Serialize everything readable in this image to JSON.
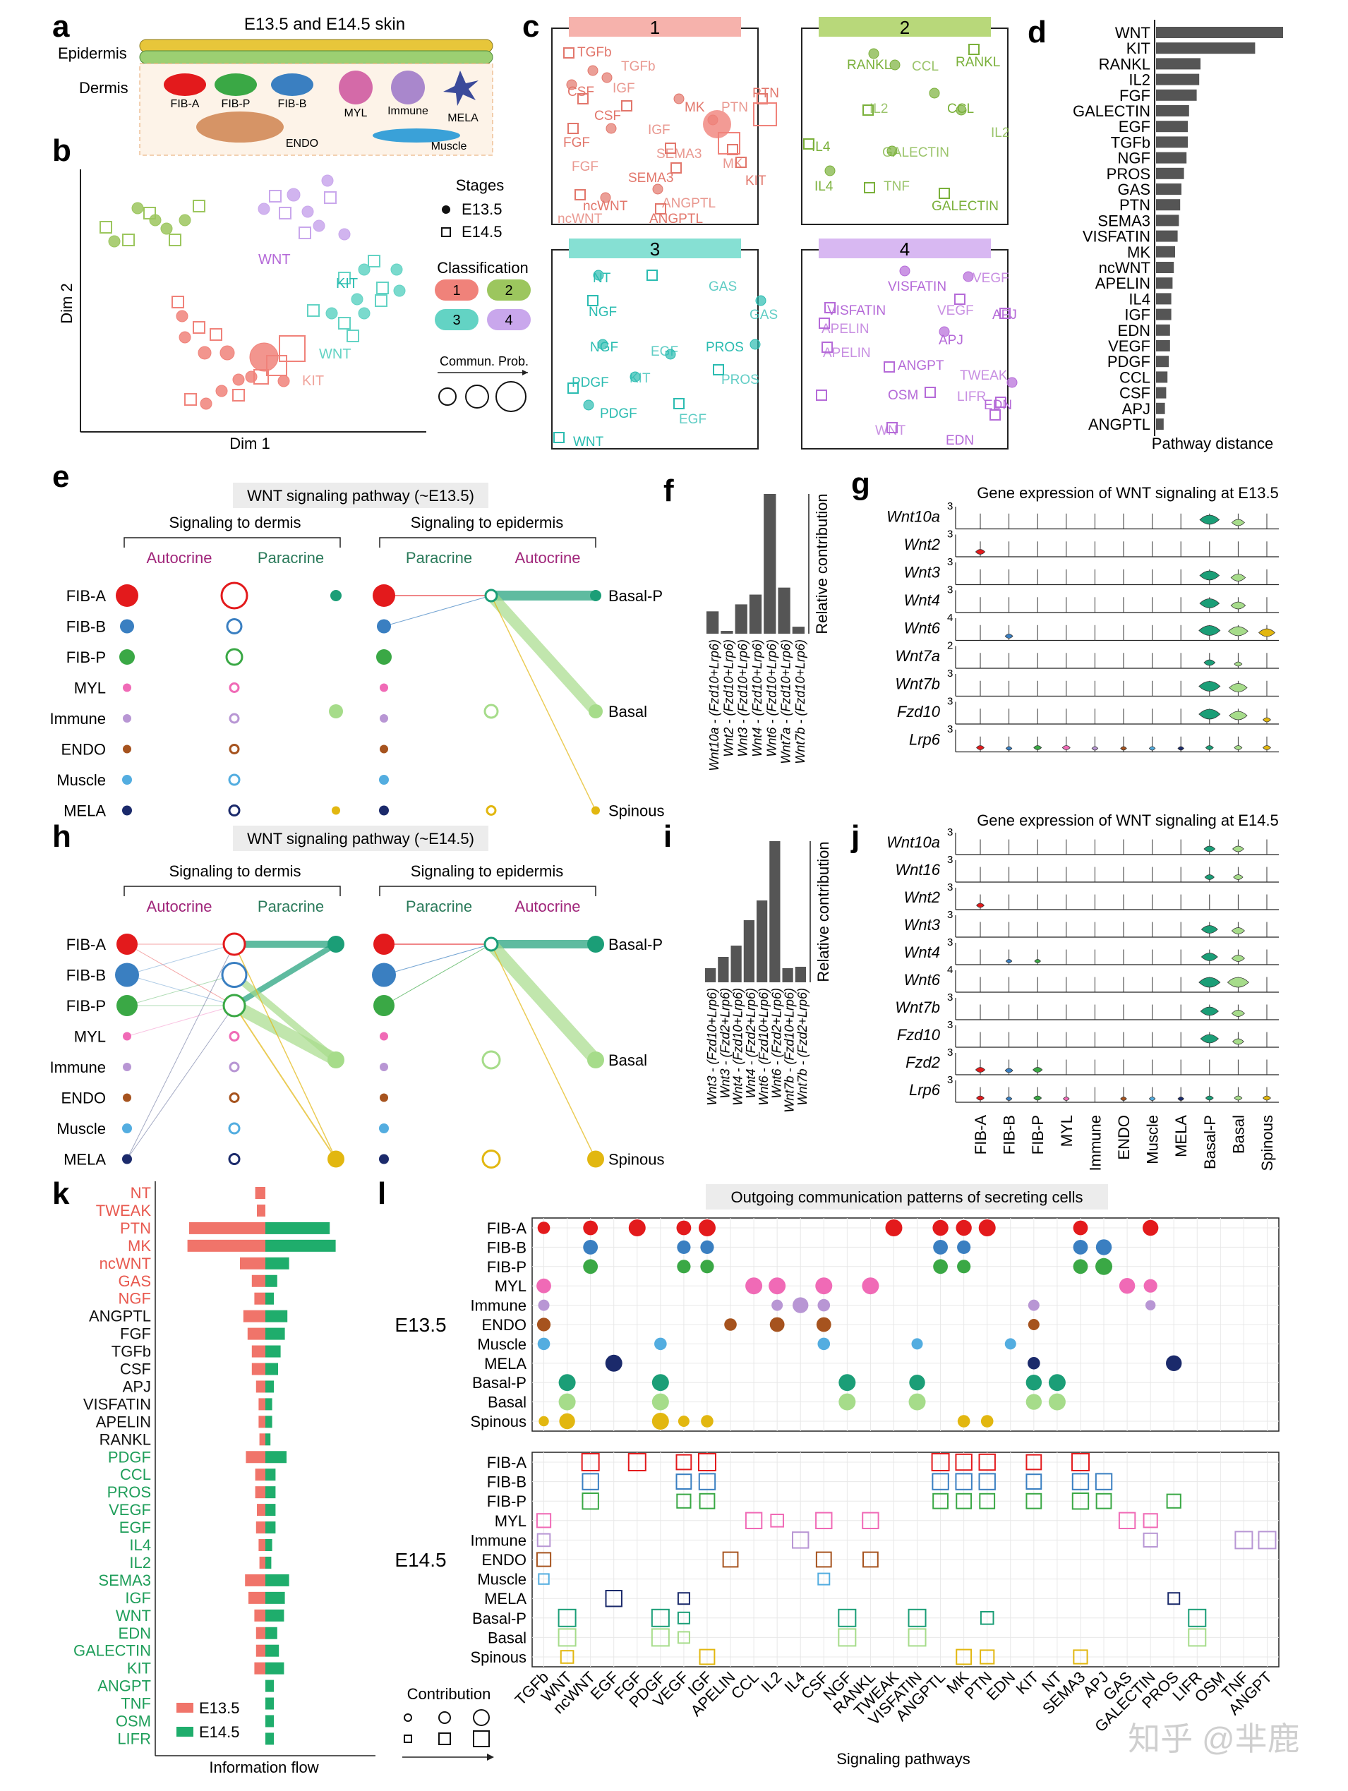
{
  "panel_letters": [
    "a",
    "b",
    "c",
    "d",
    "e",
    "f",
    "g",
    "h",
    "i",
    "j",
    "k",
    "l"
  ],
  "a": {
    "title": "E13.5 and E14.5 skin",
    "epidermis": "Epidermis",
    "dermis": "Dermis",
    "cells": [
      "FIB-A",
      "FIB-P",
      "FIB-B",
      "MYL",
      "Immune",
      "MELA",
      "ENDO",
      "Muscle"
    ]
  },
  "b": {
    "xlabel": "Dim 1",
    "ylabel": "Dim 2",
    "stages_title": "Stages",
    "stage_labels": [
      "E13.5",
      "E14.5"
    ],
    "class_title": "Classification",
    "class_labels": [
      "1",
      "2",
      "3",
      "4"
    ],
    "class_colors": [
      "#f0827a",
      "#9cc65e",
      "#63d3c4",
      "#c9a7ec"
    ],
    "prob_title": "Commun. Prob.",
    "point_labels": [
      "WNT",
      "KIT",
      "WNT",
      "KIT"
    ]
  },
  "c": {
    "boxes": [
      {
        "title": "1",
        "color": "#f6b2ac",
        "fg": "#e2766b",
        "labels": [
          "TGFb",
          "TGFb",
          "CSF",
          "IGF",
          "CSF",
          "IGF",
          "FGF",
          "FGF",
          "MK",
          "PTN",
          "PTN",
          "MK",
          "KIT",
          "SEMA3",
          "SEMA3",
          "ncWNT",
          "ncWNT",
          "ANGPTL",
          "ANGPTL"
        ]
      },
      {
        "title": "2",
        "color": "#b8d87a",
        "fg": "#7ab03a",
        "labels": [
          "RANKL",
          "CCL",
          "RANKL",
          "IL2",
          "CCL",
          "IL2",
          "IL4",
          "GALECTIN",
          "IL4",
          "TNF",
          "GALECTIN"
        ]
      },
      {
        "title": "3",
        "color": "#86e0d3",
        "fg": "#2bbcb1",
        "labels": [
          "NT",
          "GAS",
          "NGF",
          "GAS",
          "NGF",
          "EGF",
          "PROS",
          "KIT",
          "PDGF",
          "PROS",
          "PDGF",
          "EGF",
          "WNT"
        ]
      },
      {
        "title": "4",
        "color": "#d8b8f2",
        "fg": "#b56ad8",
        "labels": [
          "VISFATIN",
          "VEGF",
          "VISFATIN",
          "VEGF",
          "APJ",
          "APELIN",
          "APJ",
          "APELIN",
          "ANGPT",
          "TWEAK",
          "OSM",
          "LIFR",
          "EDN",
          "WNT",
          "EDN"
        ]
      }
    ]
  },
  "d": {
    "xlabel": "Pathway distance",
    "chart_data": {
      "type": "bar",
      "categories": [
        "WNT",
        "KIT",
        "RANKL",
        "IL2",
        "FGF",
        "GALECTIN",
        "EGF",
        "TGFb",
        "NGF",
        "PROS",
        "GAS",
        "PTN",
        "SEMA3",
        "VISFATIN",
        "MK",
        "ncWNT",
        "APELIN",
        "IL4",
        "IGF",
        "EDN",
        "VEGF",
        "PDGF",
        "CCL",
        "CSF",
        "APJ",
        "ANGPTL"
      ],
      "values": [
        1.0,
        0.78,
        0.35,
        0.34,
        0.32,
        0.26,
        0.25,
        0.25,
        0.24,
        0.22,
        0.2,
        0.19,
        0.18,
        0.17,
        0.15,
        0.14,
        0.13,
        0.12,
        0.12,
        0.11,
        0.11,
        0.1,
        0.09,
        0.08,
        0.07,
        0.06
      ],
      "xlabel": "Pathway distance",
      "xlim": [
        0,
        1
      ]
    }
  },
  "e": {
    "title": "WNT signaling pathway (~E13.5)",
    "to_dermis": "Signaling to dermis",
    "to_epidermis": "Signaling to epidermis",
    "autocrine": "Autocrine",
    "paracrine": "Paracrine",
    "senders": [
      "FIB-A",
      "FIB-B",
      "FIB-P",
      "MYL",
      "Immune",
      "ENDO",
      "Muscle",
      "MELA"
    ],
    "targets": [
      "Basal-P",
      "Basal",
      "Spinous"
    ]
  },
  "h": {
    "title": "WNT signaling pathway (~E14.5)",
    "to_dermis": "Signaling to dermis",
    "to_epidermis": "Signaling to epidermis",
    "autocrine": "Autocrine",
    "paracrine": "Paracrine",
    "senders": [
      "FIB-A",
      "FIB-B",
      "FIB-P",
      "MYL",
      "Immune",
      "ENDO",
      "Muscle",
      "MELA"
    ],
    "targets": [
      "Basal-P",
      "Basal",
      "Spinous"
    ]
  },
  "f": {
    "ylabel": "Relative contribution",
    "chart_data": {
      "type": "bar",
      "categories": [
        "Wnt10a - (Fzd10+Lrp6)",
        "Wnt2 - (Fzd10+Lrp6)",
        "Wnt3 - (Fzd10+Lrp6)",
        "Wnt4 - (Fzd10+Lrp6)",
        "Wnt6 - (Fzd10+Lrp6)",
        "Wnt7a - (Fzd10+Lrp6)",
        "Wnt7b - (Fzd10+Lrp6)"
      ],
      "values": [
        0.16,
        0.02,
        0.21,
        0.28,
        1.0,
        0.33,
        0.05
      ],
      "ylabel": "Relative contribution"
    }
  },
  "i": {
    "ylabel": "Relative contribution",
    "chart_data": {
      "type": "bar",
      "categories": [
        "Wnt3 - (Fzd10+Lrp6)",
        "Wnt3 - (Fzd2+Lrp6)",
        "Wnt4 - (Fzd10+Lrp6)",
        "Wnt4 - (Fzd2+Lrp6)",
        "Wnt6 - (Fzd10+Lrp6)",
        "Wnt6 - (Fzd2+Lrp6)",
        "Wnt7b - (Fzd10+Lrp6)",
        "Wnt7b - (Fzd2+Lrp6)"
      ],
      "values": [
        0.1,
        0.18,
        0.26,
        0.44,
        0.58,
        1.0,
        0.1,
        0.11
      ],
      "ylabel": "Relative contribution"
    }
  },
  "g": {
    "title": "Gene expression of WNT signaling at E13.5",
    "chart_data": {
      "type": "violin",
      "genes": [
        "Wnt10a",
        "Wnt2",
        "Wnt3",
        "Wnt4",
        "Wnt6",
        "Wnt7a",
        "Wnt7b",
        "Fzd10",
        "Lrp6"
      ],
      "ymax": [
        3,
        3,
        3,
        3,
        4,
        2,
        3,
        3,
        3
      ],
      "cell_types": [
        "FIB-A",
        "FIB-B",
        "FIB-P",
        "MYL",
        "Immune",
        "ENDO",
        "Muscle",
        "MELA",
        "Basal-P",
        "Basal",
        "Spinous"
      ]
    }
  },
  "j": {
    "title": "Gene expression of WNT signaling at E14.5",
    "chart_data": {
      "type": "violin",
      "genes": [
        "Wnt10a",
        "Wnt16",
        "Wnt2",
        "Wnt3",
        "Wnt4",
        "Wnt6",
        "Wnt7b",
        "Fzd10",
        "Fzd2",
        "Lrp6"
      ],
      "ymax": [
        3,
        3,
        3,
        3,
        3,
        4,
        3,
        3,
        3,
        3
      ],
      "cell_types": [
        "FIB-A",
        "FIB-B",
        "FIB-P",
        "MYL",
        "Immune",
        "ENDO",
        "Muscle",
        "MELA",
        "Basal-P",
        "Basal",
        "Spinous"
      ]
    }
  },
  "cell_colors": {
    "FIB-A": "#e31a1c",
    "FIB-B": "#3a7fc1",
    "FIB-P": "#3aa845",
    "MYL": "#f06ab6",
    "Immune": "#b896d4",
    "ENDO": "#a6531e",
    "Muscle": "#53ade0",
    "MELA": "#1b2a6b",
    "Basal-P": "#1b9e77",
    "Basal": "#a6dc8a",
    "Spinous": "#e2b710"
  },
  "k": {
    "xlabel": "Information flow",
    "legend": [
      "E13.5",
      "E14.5"
    ],
    "colors": [
      "#f0746a",
      "#1fad6c"
    ],
    "chart_data": {
      "type": "bar",
      "categories": [
        "NT",
        "TWEAK",
        "PTN",
        "MK",
        "ncWNT",
        "GAS",
        "NGF",
        "ANGPTL",
        "FGF",
        "TGFb",
        "CSF",
        "APJ",
        "VISFATIN",
        "APELIN",
        "RANKL",
        "PDGF",
        "CCL",
        "PROS",
        "VEGF",
        "EGF",
        "IL4",
        "IL2",
        "SEMA3",
        "IGF",
        "WNT",
        "EDN",
        "GALECTIN",
        "KIT",
        "ANGPT",
        "TNF",
        "OSM",
        "LIFR"
      ],
      "label_colors": [
        "r",
        "r",
        "r",
        "r",
        "r",
        "r",
        "r",
        "k",
        "k",
        "k",
        "k",
        "k",
        "k",
        "k",
        "k",
        "g",
        "g",
        "g",
        "g",
        "g",
        "g",
        "g",
        "g",
        "g",
        "g",
        "g",
        "g",
        "g",
        "g",
        "g",
        "g",
        "g"
      ],
      "series": [
        {
          "name": "E13.5",
          "values": [
            0.12,
            0.1,
            0.9,
            0.92,
            0.3,
            0.16,
            0.13,
            0.26,
            0.21,
            0.16,
            0.16,
            0.11,
            0.08,
            0.08,
            0.07,
            0.23,
            0.12,
            0.12,
            0.1,
            0.11,
            0.08,
            0.07,
            0.24,
            0.2,
            0.13,
            0.11,
            0.11,
            0.13,
            0,
            0,
            0,
            0
          ]
        },
        {
          "name": "E14.5",
          "values": [
            0,
            0,
            0.76,
            0.83,
            0.28,
            0.14,
            0.1,
            0.26,
            0.23,
            0.18,
            0.15,
            0.1,
            0.08,
            0.08,
            0.06,
            0.25,
            0.12,
            0.12,
            0.12,
            0.12,
            0.08,
            0.07,
            0.28,
            0.23,
            0.22,
            0.14,
            0.16,
            0.22,
            0.1,
            0.1,
            0.1,
            0.1
          ]
        }
      ]
    }
  },
  "l": {
    "title": "Outgoing communication patterns of secreting cells",
    "xlabel": "Signaling pathways",
    "stage1": "E13.5",
    "stage2": "E14.5",
    "contribution": "Contribution",
    "rows": [
      "FIB-A",
      "FIB-B",
      "FIB-P",
      "MYL",
      "Immune",
      "ENDO",
      "Muscle",
      "MELA",
      "Basal-P",
      "Basal",
      "Spinous"
    ],
    "pathways": [
      "TGFb",
      "WNT",
      "ncWNT",
      "EGF",
      "FGF",
      "PDGF",
      "VEGF",
      "IGF",
      "APELIN",
      "CCL",
      "IL2",
      "IL4",
      "CSF",
      "NGF",
      "RANKL",
      "TWEAK",
      "VISFATIN",
      "ANGPTL",
      "MK",
      "PTN",
      "EDN",
      "KIT",
      "NT",
      "SEMA3",
      "APJ",
      "GAS",
      "GALECTIN",
      "PROS",
      "LIFR",
      "OSM",
      "TNF",
      "ANGPT"
    ],
    "dots_e135": [
      [
        0,
        0,
        0.6
      ],
      [
        2,
        0,
        0.8
      ],
      [
        4,
        0,
        1
      ],
      [
        6,
        0,
        0.8
      ],
      [
        7,
        0,
        1
      ],
      [
        15,
        0,
        1
      ],
      [
        17,
        0,
        0.9
      ],
      [
        18,
        0,
        0.9
      ],
      [
        19,
        0,
        1
      ],
      [
        23,
        0,
        0.8
      ],
      [
        26,
        0,
        0.9
      ],
      [
        2,
        1,
        0.8
      ],
      [
        6,
        1,
        0.7
      ],
      [
        7,
        1,
        0.7
      ],
      [
        17,
        1,
        0.8
      ],
      [
        18,
        1,
        0.7
      ],
      [
        23,
        1,
        0.8
      ],
      [
        24,
        1,
        0.9
      ],
      [
        2,
        2,
        0.8
      ],
      [
        6,
        2,
        0.7
      ],
      [
        7,
        2,
        0.7
      ],
      [
        17,
        2,
        0.8
      ],
      [
        18,
        2,
        0.7
      ],
      [
        23,
        2,
        0.8
      ],
      [
        24,
        2,
        1
      ],
      [
        0,
        3,
        0.8
      ],
      [
        9,
        3,
        1
      ],
      [
        10,
        3,
        1
      ],
      [
        12,
        3,
        1
      ],
      [
        14,
        3,
        1
      ],
      [
        25,
        3,
        0.9
      ],
      [
        26,
        3,
        0.7
      ],
      [
        0,
        4,
        0.5
      ],
      [
        10,
        4,
        0.5
      ],
      [
        11,
        4,
        0.9
      ],
      [
        12,
        4,
        0.6
      ],
      [
        21,
        4,
        0.5
      ],
      [
        26,
        4,
        0.4
      ],
      [
        0,
        5,
        0.7
      ],
      [
        8,
        5,
        0.6
      ],
      [
        10,
        5,
        0.8
      ],
      [
        12,
        5,
        0.8
      ],
      [
        21,
        5,
        0.5
      ],
      [
        0,
        6,
        0.6
      ],
      [
        5,
        6,
        0.6
      ],
      [
        12,
        6,
        0.6
      ],
      [
        16,
        6,
        0.5
      ],
      [
        20,
        6,
        0.5
      ],
      [
        3,
        7,
        1
      ],
      [
        21,
        7,
        0.6
      ],
      [
        27,
        7,
        0.9
      ],
      [
        1,
        8,
        1
      ],
      [
        5,
        8,
        1
      ],
      [
        13,
        8,
        1
      ],
      [
        16,
        8,
        0.9
      ],
      [
        21,
        8,
        0.9
      ],
      [
        22,
        8,
        1
      ],
      [
        1,
        9,
        1
      ],
      [
        5,
        9,
        1
      ],
      [
        13,
        9,
        1
      ],
      [
        16,
        9,
        1
      ],
      [
        21,
        9,
        0.9
      ],
      [
        22,
        9,
        1
      ],
      [
        0,
        10,
        0.4
      ],
      [
        1,
        10,
        0.9
      ],
      [
        5,
        10,
        1
      ],
      [
        6,
        10,
        0.5
      ],
      [
        7,
        10,
        0.6
      ],
      [
        18,
        10,
        0.6
      ],
      [
        19,
        10,
        0.6
      ]
    ],
    "dots_e145": [
      [
        2,
        0,
        1
      ],
      [
        4,
        0,
        1
      ],
      [
        6,
        0,
        0.8
      ],
      [
        7,
        0,
        1
      ],
      [
        17,
        0,
        1
      ],
      [
        18,
        0,
        0.9
      ],
      [
        19,
        0,
        0.9
      ],
      [
        21,
        0,
        0.8
      ],
      [
        23,
        0,
        1
      ],
      [
        2,
        1,
        0.9
      ],
      [
        6,
        1,
        0.8
      ],
      [
        7,
        1,
        0.9
      ],
      [
        17,
        1,
        0.9
      ],
      [
        18,
        1,
        0.9
      ],
      [
        19,
        1,
        0.9
      ],
      [
        21,
        1,
        0.8
      ],
      [
        23,
        1,
        0.9
      ],
      [
        24,
        1,
        0.9
      ],
      [
        2,
        2,
        0.9
      ],
      [
        6,
        2,
        0.7
      ],
      [
        7,
        2,
        0.8
      ],
      [
        17,
        2,
        0.8
      ],
      [
        18,
        2,
        0.8
      ],
      [
        19,
        2,
        0.8
      ],
      [
        21,
        2,
        0.8
      ],
      [
        23,
        2,
        0.9
      ],
      [
        24,
        2,
        0.8
      ],
      [
        27,
        2,
        0.7
      ],
      [
        0,
        3,
        0.7
      ],
      [
        9,
        3,
        0.9
      ],
      [
        10,
        3,
        0.6
      ],
      [
        12,
        3,
        0.9
      ],
      [
        14,
        3,
        0.9
      ],
      [
        25,
        3,
        0.9
      ],
      [
        26,
        3,
        0.7
      ],
      [
        0,
        4,
        0.6
      ],
      [
        11,
        4,
        0.9
      ],
      [
        26,
        4,
        0.7
      ],
      [
        30,
        4,
        1
      ],
      [
        31,
        4,
        1
      ],
      [
        0,
        5,
        0.7
      ],
      [
        8,
        5,
        0.8
      ],
      [
        12,
        5,
        0.8
      ],
      [
        14,
        5,
        0.8
      ],
      [
        0,
        6,
        0.4
      ],
      [
        12,
        6,
        0.5
      ],
      [
        3,
        7,
        0.9
      ],
      [
        6,
        7,
        0.5
      ],
      [
        27,
        7,
        0.5
      ],
      [
        1,
        8,
        1
      ],
      [
        5,
        8,
        1
      ],
      [
        6,
        8,
        0.5
      ],
      [
        13,
        8,
        1
      ],
      [
        16,
        8,
        1
      ],
      [
        19,
        8,
        0.6
      ],
      [
        28,
        8,
        1
      ],
      [
        1,
        9,
        1
      ],
      [
        5,
        9,
        1
      ],
      [
        6,
        9,
        0.5
      ],
      [
        13,
        9,
        1
      ],
      [
        16,
        9,
        1
      ],
      [
        28,
        9,
        1
      ],
      [
        1,
        10,
        0.6
      ],
      [
        7,
        10,
        0.8
      ],
      [
        18,
        10,
        0.8
      ],
      [
        19,
        10,
        0.7
      ],
      [
        23,
        10,
        0.7
      ]
    ]
  },
  "watermark": "知乎 @芈鹿"
}
